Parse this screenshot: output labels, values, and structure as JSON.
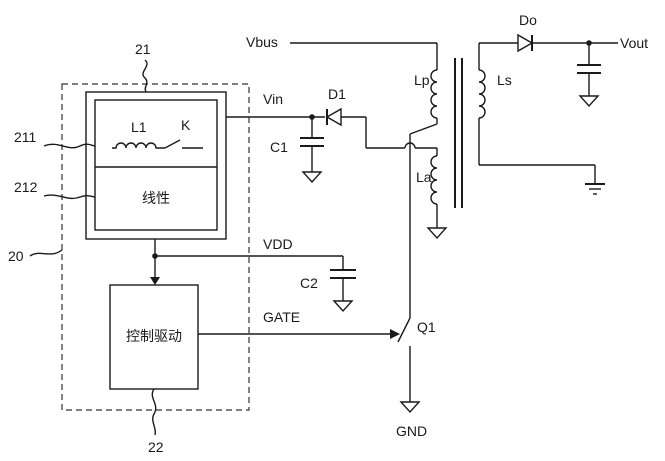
{
  "diagram": {
    "ref_numbers": {
      "r21": "21",
      "r211": "211",
      "r212": "212",
      "r20": "20",
      "r22": "22"
    },
    "blocks": {
      "linear_text": "线性",
      "control_drive_text": "控制驱动"
    },
    "components": {
      "l1": "L1",
      "k": "K",
      "d1": "D1",
      "c1": "C1",
      "c2": "C2",
      "lp": "Lp",
      "la": "La",
      "ls": "Ls",
      "do": "Do",
      "q1": "Q1"
    },
    "nets": {
      "vbus": "Vbus",
      "vin": "Vin",
      "vout": "Vout",
      "vdd": "VDD",
      "gate": "GATE",
      "gnd": "GND"
    }
  }
}
